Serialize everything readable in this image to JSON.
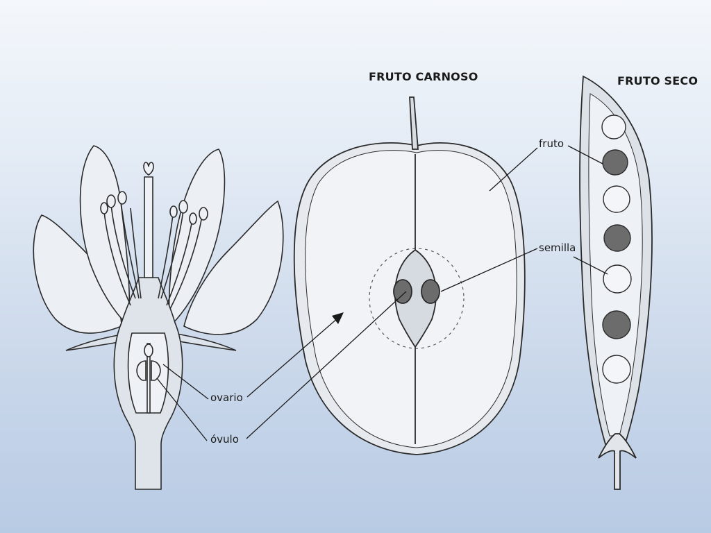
{
  "titles": {
    "fleshy_fruit": "FRUTO CARNOSO",
    "dry_fruit": "FRUTO SECO"
  },
  "labels": {
    "ovary": "ovario",
    "ovule": "óvulo",
    "fruit": "fruto",
    "seed": "semilla"
  },
  "colors": {
    "outline": "#2a2a2a",
    "fill_light": "#e9edf2",
    "fill_mid": "#d3d8de",
    "seed_dark": "#6c6c6c"
  }
}
